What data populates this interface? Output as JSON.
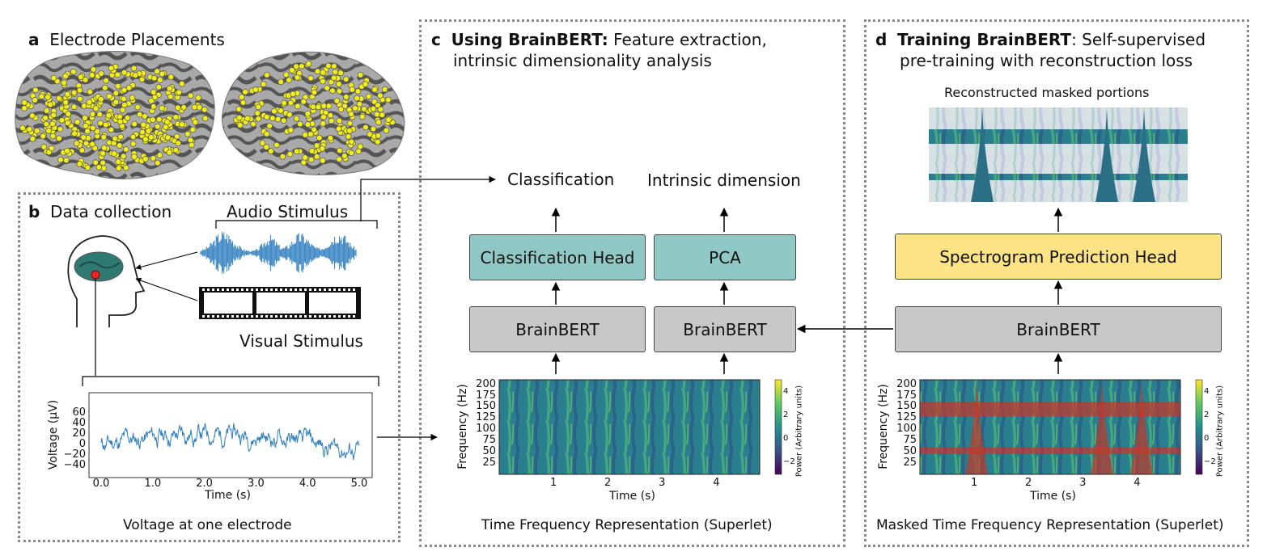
{
  "panel_a": {
    "letter": "a",
    "title": "Electrode Placements"
  },
  "panel_b": {
    "letter": "b",
    "title": "Data collection",
    "audio_label": "Audio Stimulus",
    "visual_label": "Visual Stimulus",
    "caption": "Voltage at one electrode",
    "plot": {
      "ylabel": "Voltage (μV)",
      "xlabel": "Time (s)",
      "yticks": [
        "60",
        "40",
        "20",
        "0",
        "−20",
        "−40"
      ],
      "xticks": [
        "0.0",
        "1.0",
        "2.0",
        "3.0",
        "4.0",
        "5.0"
      ]
    }
  },
  "panel_c": {
    "letter": "c",
    "title_bold": "Using BrainBERT:",
    "title_rest": " Feature extraction,",
    "title_line2": "intrinsic dimensionality analysis",
    "out_left": "Classification",
    "out_right": "Intrinsic dimension",
    "head_left": "Classification Head",
    "head_right": "PCA",
    "model_left": "BrainBERT",
    "model_right": "BrainBERT",
    "caption": "Time Frequency Representation (Superlet)"
  },
  "panel_d": {
    "letter": "d",
    "title_bold": "Training BrainBERT",
    "title_rest": ": Self-supervised",
    "title_line2": "pre-training with reconstruction loss",
    "recon_label": "Reconstructed masked portions",
    "head": "Spectrogram Prediction Head",
    "model": "BrainBERT",
    "caption": "Masked Time Frequency Representation (Superlet)"
  },
  "spectrogram": {
    "ylabel": "Frequency (Hz)",
    "xlabel": "Time (s)",
    "yticks": [
      "200",
      "175",
      "150",
      "125",
      "100",
      "75",
      "50",
      "25"
    ],
    "xticks": [
      "1",
      "2",
      "3",
      "4"
    ],
    "cbar_label": "Power (Arbitrary units)",
    "cbar_ticks": [
      "4",
      "2",
      "0",
      "−2"
    ]
  },
  "colors": {
    "teal": "#8fc8c5",
    "gray": "#c8c8c8",
    "yellow": "#fbe386",
    "signal": "#2f7fc0",
    "electrode": "#f2ee1a"
  }
}
